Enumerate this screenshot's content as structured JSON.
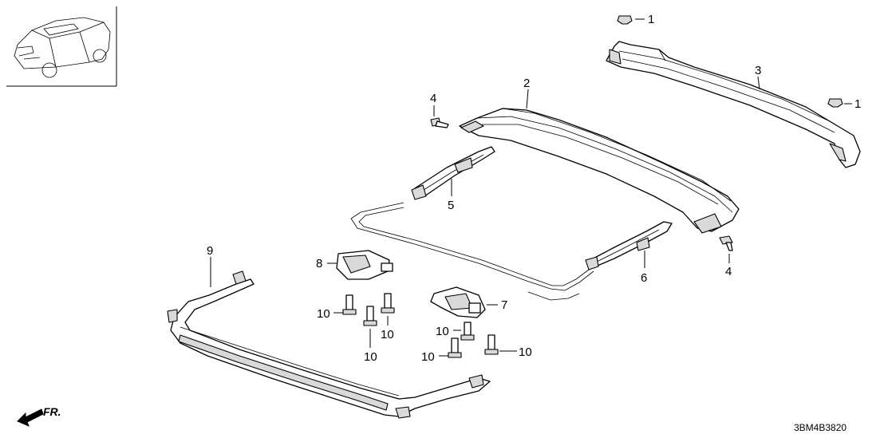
{
  "diagram_code": "3BM4B3820",
  "front_label": "FR.",
  "callouts": {
    "c1a": "1",
    "c1b": "1",
    "c2": "2",
    "c3": "3",
    "c4a": "4",
    "c4b": "4",
    "c5": "5",
    "c6": "6",
    "c7": "7",
    "c8": "8",
    "c9": "9",
    "c10a": "10",
    "c10b": "10",
    "c10c": "10",
    "c10d": "10",
    "c10e": "10",
    "c10f": "10"
  }
}
